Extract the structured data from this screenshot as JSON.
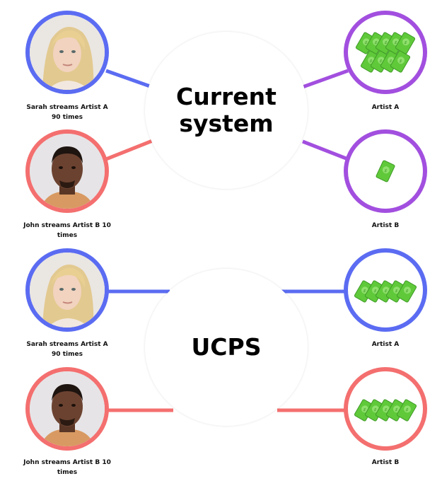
{
  "colors": {
    "sarah": "#5b6cf2",
    "john": "#f46f6f",
    "current_artist": "#a24fdf",
    "money": "#5fc93a"
  },
  "current_system": {
    "title": "Current system",
    "listeners": [
      {
        "name": "Sarah",
        "label_line1": "Sarah streams Artist A",
        "label_line2": "90 times"
      },
      {
        "name": "John",
        "label_line1": "John streams Artist B 10",
        "label_line2": "times"
      }
    ],
    "artists": [
      {
        "label": "Artist A",
        "bills": 9,
        "icon": "money-icon"
      },
      {
        "label": "Artist B",
        "bills": 1,
        "icon": "money-icon"
      }
    ]
  },
  "ucps": {
    "title": "UCPS",
    "listeners": [
      {
        "name": "Sarah",
        "label_line1": "Sarah streams Artist A",
        "label_line2": "90 times"
      },
      {
        "name": "John",
        "label_line1": "John streams Artist B 10",
        "label_line2": "times"
      }
    ],
    "artists": [
      {
        "label": "Artist A",
        "bills": 5,
        "icon": "money-icon"
      },
      {
        "label": "Artist B",
        "bills": 5,
        "icon": "money-icon"
      }
    ]
  }
}
